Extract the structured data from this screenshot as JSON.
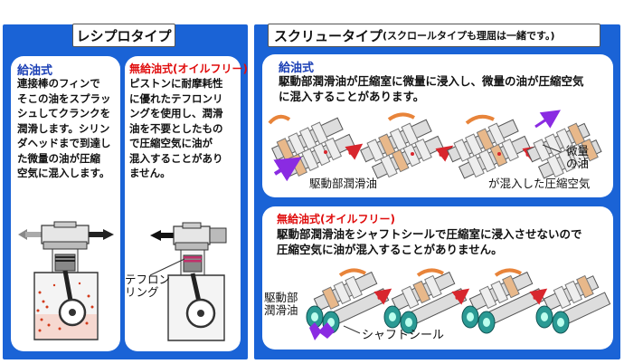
{
  "left": {
    "title": "レシプロタイプ",
    "oiled": {
      "heading": "給油式",
      "lines": [
        "連接棒のフィンで",
        "そこの油をスプラッ",
        "シュしてクランクを",
        "潤滑します。シリン",
        "ダヘッドまで到達し",
        "た微量の油が圧縮",
        "空気に混入します。"
      ]
    },
    "oilfree": {
      "heading": "無給油式(オイルフリー)",
      "lines": [
        "ピストンに耐摩耗性",
        "に優れたテフロンリ",
        "ングを使用し、潤滑",
        "油を不要としたもの",
        "で圧縮空気に油が",
        "混入することがあり",
        "ません。"
      ],
      "teflon_label": [
        "テフロン",
        "リング"
      ]
    }
  },
  "right": {
    "title_main": "スクリュータイプ",
    "title_sub": "(スクロールタイプも理屈は一緒です。)",
    "oiled": {
      "heading": "給油式",
      "lines": [
        "駆動部潤滑油が圧縮室に微量に浸入し、微量の油が圧縮空気",
        "に混入することがあります。"
      ],
      "label_drive_oil": "駆動部潤滑油",
      "label_trace_oil": [
        "微量",
        "の油"
      ],
      "label_mixed_air": "が混入した圧縮空気"
    },
    "oilfree": {
      "heading": "無給油式(オイルフリー)",
      "lines": [
        "駆動部潤滑油をシャフトシールで圧縮室に浸入させないので",
        "圧縮空気に油が混入することがありません。"
      ],
      "label_drive_oil": [
        "駆動部",
        "潤滑油"
      ],
      "label_shaft_seal": "シャフトシール"
    }
  },
  "colors": {
    "panel_blue": "#1a63d6",
    "heading_blue": "#1a3fb5",
    "heading_red": "#e00d0d",
    "oil_red": "#d23a1a",
    "arrow_red": "#d8262d",
    "arrow_orange": "#e8843a",
    "seal_teal": "#2a9a94",
    "oil_purple": "#8a2be2"
  }
}
